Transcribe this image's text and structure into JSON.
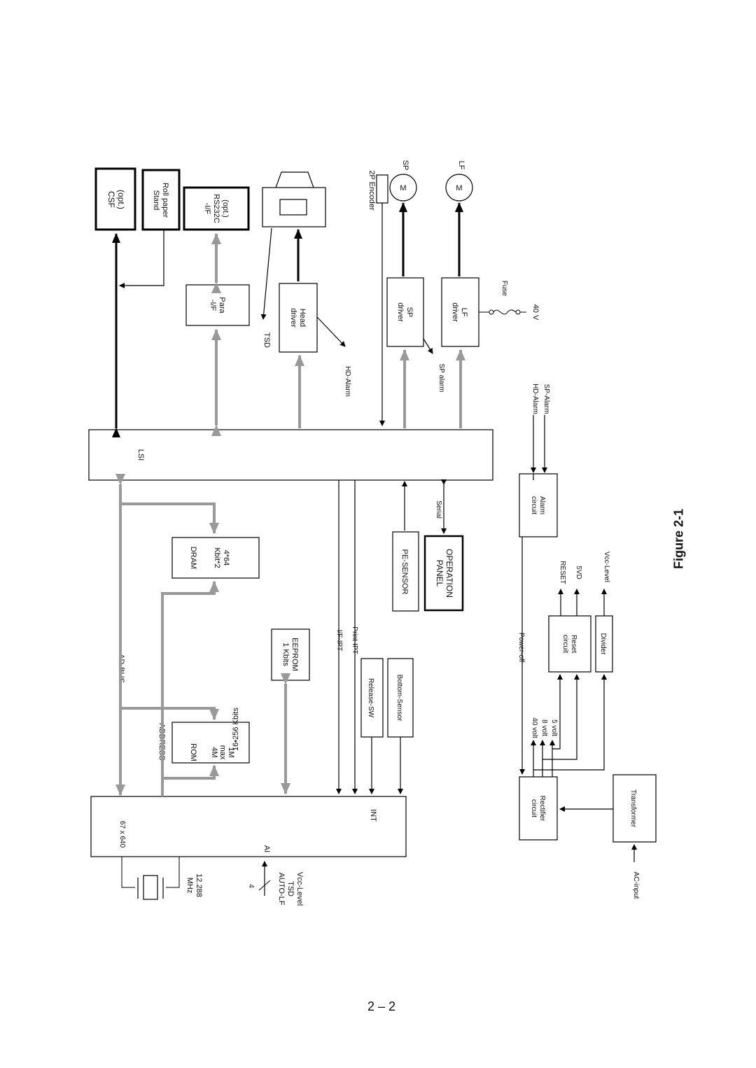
{
  "diagram": {
    "figure_caption": "Figure 2-1",
    "page_number": "2 – 2",
    "blocks": {
      "csf": [
        "(opt.)",
        "CSF"
      ],
      "roll_paper": [
        "Roll paper",
        "Stand"
      ],
      "rs232c": [
        "(opt.)",
        "RS232C",
        "-I/F"
      ],
      "para_if": [
        "Para",
        "-I/F"
      ],
      "head_driver": [
        "Head",
        "driver"
      ],
      "sp_driver": [
        "SP",
        "driver"
      ],
      "lf_driver": [
        "LF",
        "driver"
      ],
      "lsi": "LSI",
      "dram": [
        "DRAM",
        "4*64",
        "Kbit*2"
      ],
      "eeprom": [
        "EEPROM",
        "1 Kbits"
      ],
      "rom": [
        "ROM",
        "1M",
        "max",
        "4M"
      ],
      "rom_note": "16•256 Kbits",
      "cpu_67x640": "67 x 640",
      "cpu_int": "INT",
      "cpu_ai": "AI",
      "pe_sensor": "PE-SENSOR",
      "operation_panel": [
        "OPERATION",
        "PANEL"
      ],
      "release_sw": "Release-SW",
      "bottom_sensor": "Bottom-Sensor",
      "alarm_circuit": [
        "Alarm",
        "circuit"
      ],
      "reset_circuit": [
        "Reset",
        "circuit"
      ],
      "divider": "Divider",
      "rectifier": [
        "Rectifier",
        "circuit"
      ],
      "transformer": "Transformer"
    },
    "labels": {
      "two_p_encoder": "2P Encoder",
      "sp_motor": "SP",
      "lf_motor": "LF",
      "motor_m": "M",
      "tsd": "TSD",
      "hd_alarm": "HD-Alarm",
      "sp_alarm": "SP alarm",
      "fuse": "Fuse",
      "forty_v": "40 V",
      "hd_alarm_in": "HD-Alarm",
      "sp_alarm_in": "SP-Alarm",
      "serial": "Serial",
      "ad_bus": "AD-BUS",
      "address": "ADDRESS",
      "if_ipt": "I/F-IPT",
      "print_ipt": "Print-IPT",
      "reset": "RESET",
      "five_vd": "5VD",
      "vcc_level_out": "Vcc-Level",
      "power_off": "Power-off",
      "forty_volt": "40 volt",
      "eight_volt": "8 volt",
      "five_volt": "5 volt",
      "ac_input": "AC-input",
      "crystal": [
        "12.288",
        "MHz"
      ],
      "ai_count": "4",
      "ai_inputs": [
        "Vcc-Level",
        "TSD",
        "AUTO-LF"
      ]
    }
  }
}
